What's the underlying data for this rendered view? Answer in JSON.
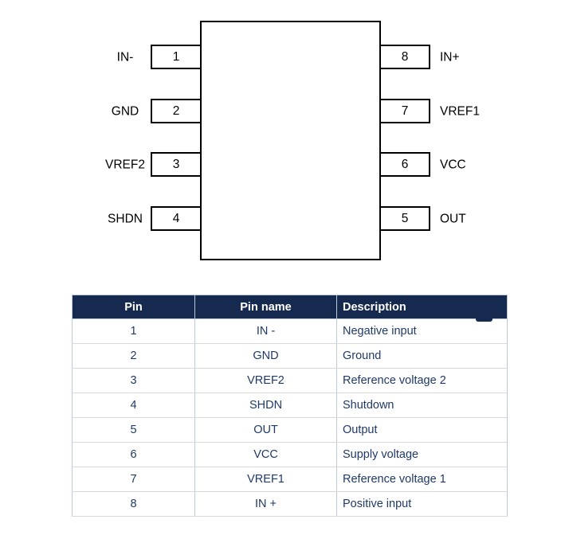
{
  "diagram": {
    "left_pins": [
      {
        "number": "1",
        "label": "IN-"
      },
      {
        "number": "2",
        "label": "GND"
      },
      {
        "number": "3",
        "label": "VREF2"
      },
      {
        "number": "4",
        "label": "SHDN"
      }
    ],
    "right_pins": [
      {
        "number": "8",
        "label": "IN+"
      },
      {
        "number": "7",
        "label": "VREF1"
      },
      {
        "number": "6",
        "label": "VCC"
      },
      {
        "number": "5",
        "label": "OUT"
      }
    ]
  },
  "table": {
    "headers": [
      "Pin",
      "Pin name",
      "Description"
    ],
    "rows": [
      [
        "1",
        "IN -",
        "Negative input"
      ],
      [
        "2",
        "GND",
        "Ground"
      ],
      [
        "3",
        "VREF2",
        "Reference voltage 2"
      ],
      [
        "4",
        "SHDN",
        "Shutdown"
      ],
      [
        "5",
        "OUT",
        "Output"
      ],
      [
        "6",
        "VCC",
        "Supply voltage"
      ],
      [
        "7",
        "VREF1",
        "Reference voltage 1"
      ],
      [
        "8",
        "IN +",
        "Positive input"
      ]
    ]
  },
  "colors": {
    "header_bg": "#16294f",
    "header_text": "#ffffff",
    "body_text": "#1f3a68",
    "row_border_horizontal": "#d9d9d9",
    "row_border_vertical": "#b9cad6",
    "chip_outline": "#000000"
  }
}
